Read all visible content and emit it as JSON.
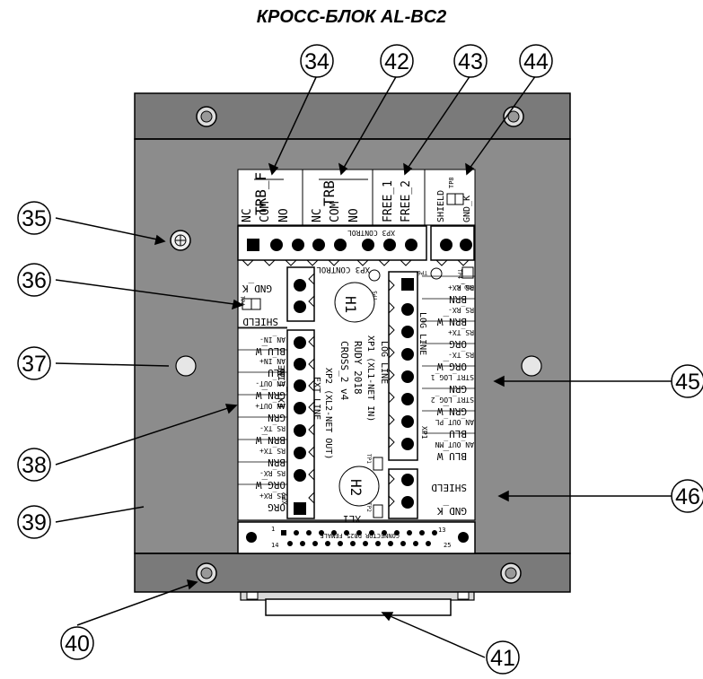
{
  "title": "КРОСС-БЛОК AL-BC2",
  "callouts": [
    "34",
    "42",
    "43",
    "44",
    "35",
    "36",
    "37",
    "45",
    "38",
    "46",
    "39",
    "40",
    "41"
  ],
  "top_headers": {
    "trb_f": "TRB_F",
    "trb": "TRB",
    "free_1": "FREE_1",
    "free_2": "FREE_2",
    "shield": "SHIELD",
    "gnd_k": "GND_K",
    "tp": "TP8"
  },
  "top_pins": [
    "NC",
    "COM",
    "NO",
    "NC",
    "COM",
    "NO"
  ],
  "xp3_label": "XP3  CONTROL",
  "board_inner": {
    "xp3_control": "XP3  CONTROL",
    "tp5": "TP5",
    "tp6": "TP6",
    "h1": "H1",
    "h2": "H2",
    "xl1": "XL1",
    "tp1": "TP1",
    "tp2": "TP2",
    "cross": "CROSS_2 v4",
    "rudy": "RUDY 2018",
    "xp1_net": "XP1 (XL1-NET IN)",
    "log_line": "LOG LINE",
    "xp2_net": "XP2 (XL2-NET OUT)",
    "ext_line": "EXT_LINE",
    "ext_line_side": "EXT_LINE",
    "log_line_side": "LOG LINE",
    "xp2": "XP2",
    "xp1": "XP1",
    "connector": "CONNECTOR DB25 FEMALE",
    "pin1": "1",
    "pin13": "13",
    "pin14": "14",
    "pin25": "25"
  },
  "left_labels": [
    {
      "a": "GND_K",
      "b": "SHIELD",
      "tp": "TP4"
    },
    {
      "a": "BLU_W",
      "b": "AN_IN-"
    },
    {
      "a": "BLU",
      "b": "AN_IN+"
    },
    {
      "a": "GRN_W",
      "b": "AN_OUT-"
    },
    {
      "a": "GRN",
      "b": "AN_OUT+"
    },
    {
      "a": "BRN_W",
      "b": "RS_TX-"
    },
    {
      "a": "BRN",
      "b": "RS_TX+"
    },
    {
      "a": "ORG_W",
      "b": "RS_RX-"
    },
    {
      "a": "ORG",
      "b": "RS_RX+"
    }
  ],
  "right_labels": [
    {
      "a": "BRN",
      "b": "RS_RX+"
    },
    {
      "a": "BRN_W",
      "b": "RS_RX-"
    },
    {
      "a": "ORG",
      "b": "RS_TX+"
    },
    {
      "a": "ORG_W",
      "b": "RS_TX-"
    },
    {
      "a": "GRN",
      "b": "STRT_LOG_1"
    },
    {
      "a": "GRN_W",
      "b": "STRT_LOG_2"
    },
    {
      "a": "BLU",
      "b": "AN_OUT_PL"
    },
    {
      "a": "BLU_W",
      "b": "AN_OUT_MN"
    },
    {
      "a": "SHIELD",
      "b": ""
    },
    {
      "a": "GND_K",
      "b": ""
    }
  ],
  "right_tp": "TP4",
  "right_gnd": "GND_K",
  "right_tp_label": "TP4",
  "colors": {
    "enclosure": "#8c8c8c",
    "flange": "#7d7d7d",
    "board": "#ffffff",
    "line": "#000000"
  }
}
